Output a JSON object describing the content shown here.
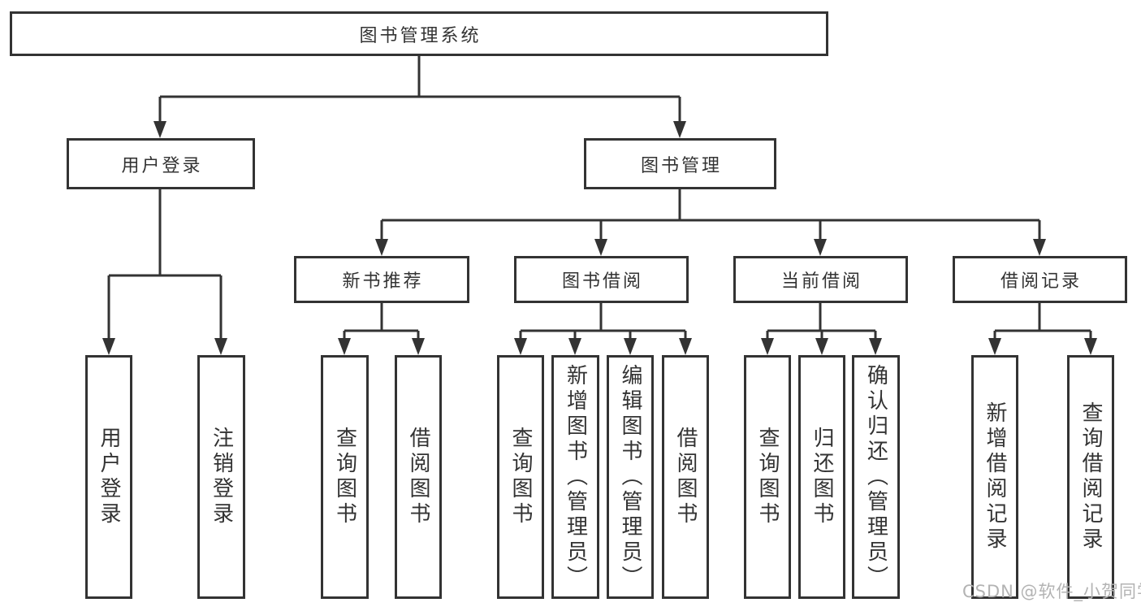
{
  "diagram": {
    "root": {
      "label": "图书管理系统"
    },
    "branches": [
      {
        "label": "用户登录",
        "children": [
          {
            "label": "用户登录"
          },
          {
            "label": "注销登录"
          }
        ]
      },
      {
        "label": "图书管理",
        "children": [
          {
            "label": "新书推荐",
            "children": [
              {
                "label": "查询图书"
              },
              {
                "label": "借阅图书"
              }
            ]
          },
          {
            "label": "图书借阅",
            "children": [
              {
                "label": "查询图书"
              },
              {
                "label": "新增图书（管理员）"
              },
              {
                "label": "编辑图书（管理员）"
              },
              {
                "label": "借阅图书"
              }
            ]
          },
          {
            "label": "当前借阅",
            "children": [
              {
                "label": "查询图书"
              },
              {
                "label": "归还图书"
              },
              {
                "label": "确认归还（管理员）"
              }
            ]
          },
          {
            "label": "借阅记录",
            "children": [
              {
                "label": "新增借阅记录"
              },
              {
                "label": "查询借阅记录"
              }
            ]
          }
        ]
      }
    ]
  },
  "watermark": {
    "text": "CSDN @软件_小贺同学"
  },
  "colors": {
    "line": "#333333",
    "box_border": "#333333",
    "text": "#333333",
    "box_background": "#ffffff",
    "page_background": "#ffffff",
    "watermark": "#b3b3b3"
  }
}
